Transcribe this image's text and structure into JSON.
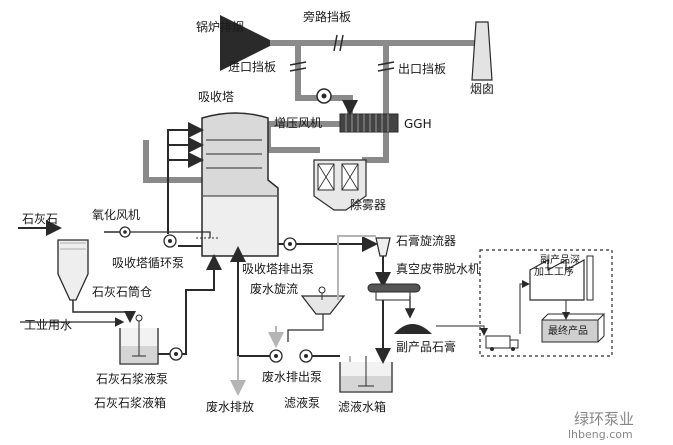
{
  "labels": {
    "boiler_flue_gas": "锅炉排烟",
    "bypass_damper": "旁路挡板",
    "inlet_damper": "进口挡板",
    "outlet_damper": "出口挡板",
    "chimney": "烟囱",
    "absorber": "吸收塔",
    "booster_fan": "增压风机",
    "ggh": "GGH",
    "demister": "除雾器",
    "limestone": "石灰石",
    "oxidation_fan": "氧化风机",
    "absorber_circ_pump": "吸收塔循环泵",
    "absorber_discharge_pump": "吸收塔排出泵",
    "gypsum_cyclone": "石膏旋流器",
    "vacuum_belt_dewater": "真空皮带脱水机",
    "byproduct_deep_processing": "副产品深加工工序",
    "final_product": "最终产品",
    "byproduct_gypsum": "副产品石膏",
    "wastewater_cyclone": "废水旋流",
    "limestone_silo": "石灰石筒仓",
    "industrial_water": "工业用水",
    "limestone_slurry_pump": "石灰石浆液泵",
    "limestone_slurry_tank": "石灰石浆液箱",
    "wastewater_discharge_pump": "废水排出泵",
    "wastewater_discharge": "废水排放",
    "filtrate_pump": "滤液泵",
    "filtrate_tank": "滤液水箱"
  },
  "watermark": {
    "cn": "绿环泵业",
    "en": "lhbeng.com"
  },
  "colors": {
    "line": "#2a2a2a",
    "duct": "#8a8a8a",
    "light_line": "#b5b5b5",
    "tower_fill": "#d9d9d9",
    "liquid": "#c8c8c8"
  }
}
